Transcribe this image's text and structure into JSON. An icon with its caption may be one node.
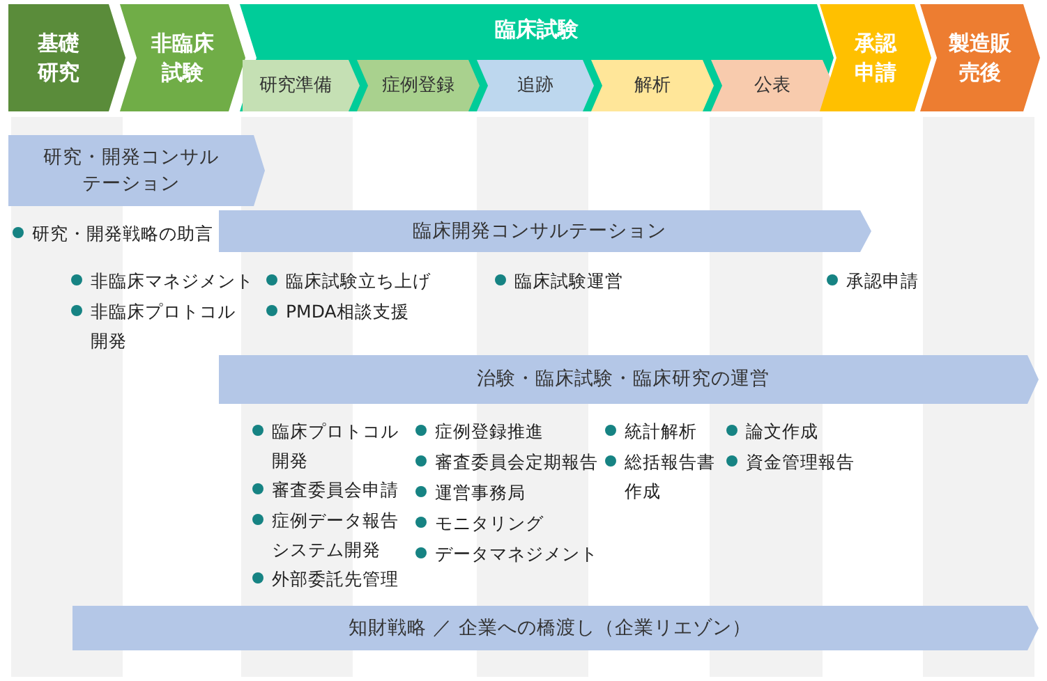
{
  "diagram": {
    "nodes": [
      {
        "text": [
          "基礎研究"
        ]
      },
      {
        "text": [
          "非臨床試験"
        ]
      },
      {
        "text": [
          "臨床試験"
        ]
      },
      {
        "text": [
          "研究準備"
        ],
        "in": 2
      },
      {
        "text": [
          "症例登録"
        ],
        "in": 2
      },
      {
        "text": [
          "追跡"
        ],
        "in": 2
      },
      {
        "text": [
          "解析"
        ],
        "in": 2
      },
      {
        "text": [
          "公表"
        ],
        "in": 2
      },
      {
        "text": [
          "承認申請"
        ]
      },
      {
        "text": [
          "製造販売後"
        ]
      },
      {
        "text": [
          "研究・開発コンサルテーション"
        ]
      },
      {
        "text": [
          "臨床開発コンサルテーション"
        ]
      },
      {
        "text": [
          "治験・臨床試験・臨床研究の運営"
        ]
      },
      {
        "text": [
          "知財戦略 ／ 企業への橋渡し（企業リエゾン）"
        ]
      }
    ],
    "edges": [],
    "labels": [
      "研究・開発戦略の助言",
      "非臨床マネジメント",
      "非臨床プロトコル開発",
      "臨床試験立ち上げ",
      "PMDA相談支援",
      "臨床試験運営",
      "承認申請",
      "臨床プロトコル開発",
      "審査委員会申請",
      "症例データ報告システム開発",
      "外部委託先管理",
      "症例登録推進",
      "審査委員会定期報告",
      "運営事務局",
      "モニタリング",
      "データマネジメント",
      "統計解析",
      "総括報告書作成",
      "論文作成",
      "資金管理報告"
    ]
  }
}
